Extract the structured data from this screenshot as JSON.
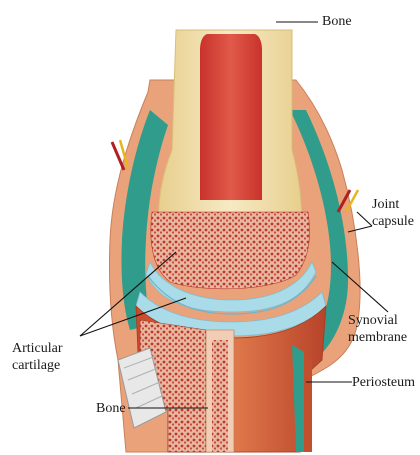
{
  "labels": {
    "bone_top": "Bone",
    "joint_capsule_line1": "Joint",
    "joint_capsule_line2": "capsule",
    "synovial_line1": "Synovial",
    "synovial_line2": "membrane",
    "articular_line1": "Articular",
    "articular_line2": "cartilage",
    "periosteum": "Periosteum",
    "bone_bottom": "Bone"
  },
  "colors": {
    "bone_marrow": "#d6453a",
    "bone_cortex": "#f1dfa8",
    "spongy_bone": "#c9574a",
    "cartilage": "#a9dbe8",
    "synovial": "#2f9c8c",
    "capsule": "#e9a27a",
    "periosteum": "#c2502e"
  }
}
